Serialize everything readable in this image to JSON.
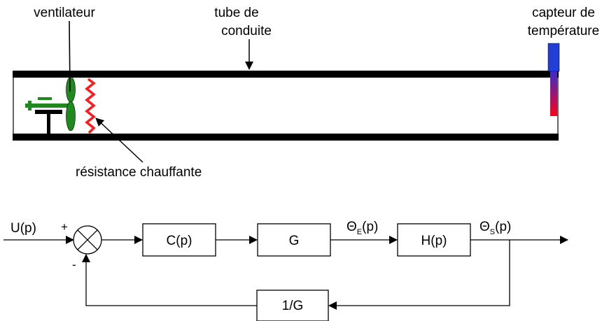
{
  "illustration": {
    "labels": {
      "fan": "ventilateur",
      "duct_line1": "tube de",
      "duct_line2": "conduite",
      "sensor_line1": "capteur de",
      "sensor_line2": "température",
      "heater": "résistance chauffante"
    },
    "colors": {
      "duct": "#000000",
      "fan": "#1e8a1e",
      "heater": "#ff1a1a",
      "sensor_head": "#1f3fd6",
      "sensor_gradient_top": "#3a2bd0",
      "sensor_gradient_bottom": "#ff0019"
    }
  },
  "block_diagram": {
    "input": "U(p)",
    "sum_plus": "+",
    "sum_minus": "-",
    "controller": "C(p)",
    "gain": "G",
    "intermediate_symbol": "Θ",
    "intermediate_subscript": "E",
    "intermediate_suffix": "(p)",
    "plant": "H(p)",
    "output_symbol": "Θ",
    "output_subscript": "S",
    "output_suffix": "(p)",
    "feedback": "1/G"
  }
}
